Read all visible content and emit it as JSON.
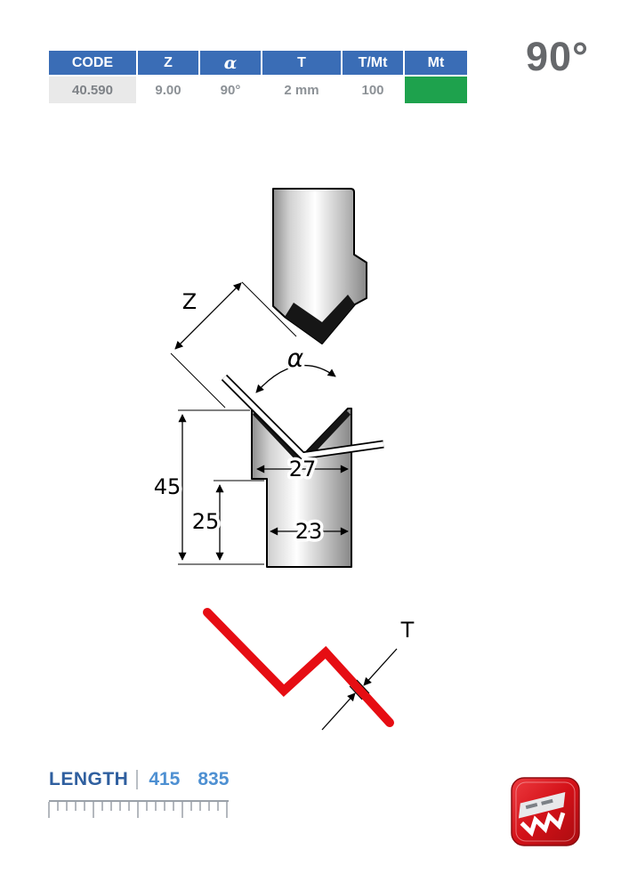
{
  "table": {
    "headers": [
      {
        "label": "CODE"
      },
      {
        "label": "Z"
      },
      {
        "label": "α"
      },
      {
        "label": "T"
      },
      {
        "label": "T/Mt"
      },
      {
        "label": "Mt"
      }
    ],
    "row": {
      "code": "40.590",
      "z": "9.00",
      "alpha": "90°",
      "t": "2 mm",
      "t_mt": "100",
      "mt_swatch_color": "#1ea24d"
    },
    "colors": {
      "header_bg": "#3a6db6",
      "header_text": "#ffffff",
      "row_text": "#8c9196",
      "code_cell_bg": "#e9e9e9"
    }
  },
  "angle_display": {
    "value": "90°",
    "color": "#66686b"
  },
  "diagram": {
    "dims": {
      "z_label": "Z",
      "alpha_label": "α",
      "height_total": "45",
      "height_lower": "25",
      "width_upper": "27",
      "width_lower": "23",
      "thickness_label": "T"
    },
    "profile_color": "#e60d13",
    "icons": {
      "punch": "punch-tool",
      "die": "die-tool",
      "sheet": "sheet-metal",
      "ruler": "length-ruler",
      "logo": "brand-logo"
    }
  },
  "footer": {
    "length_label": "LENGTH",
    "values": [
      "415",
      "835"
    ],
    "label_color": "#2f5f9f",
    "value_color": "#4e90d2"
  }
}
